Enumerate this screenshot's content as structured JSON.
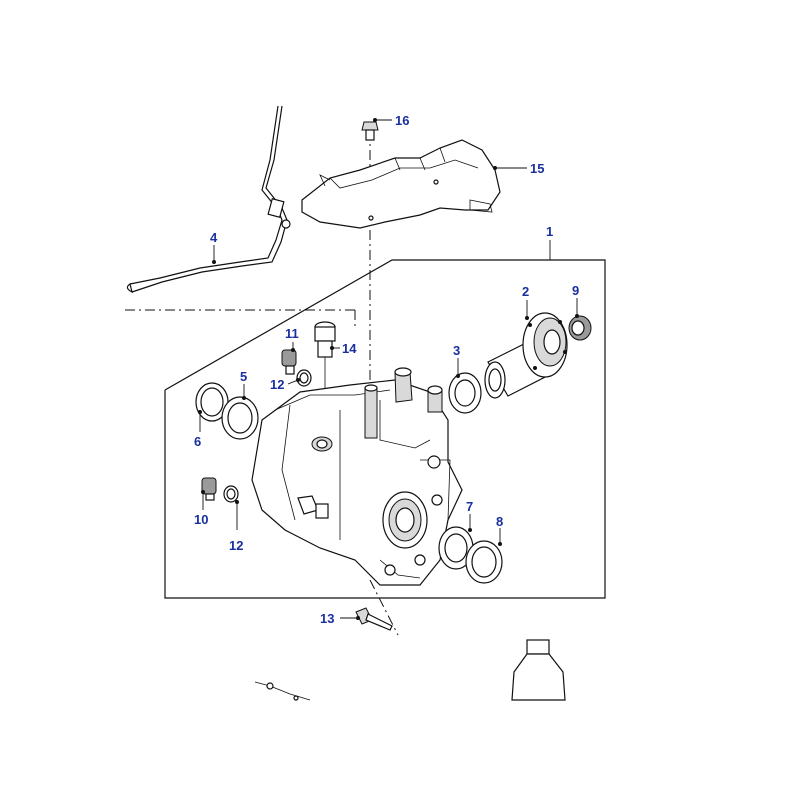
{
  "callouts": {
    "c1": "1",
    "c2": "2",
    "c3": "3",
    "c4": "4",
    "c5": "5",
    "c6": "6",
    "c7": "7",
    "c8": "8",
    "c9": "9",
    "c10": "10",
    "c11": "11",
    "c12a": "12",
    "c12b": "12",
    "c13": "13",
    "c14": "14",
    "c15": "15",
    "c16": "16"
  },
  "colors": {
    "callout": "#1a2f9e",
    "line": "#111111",
    "background": "#ffffff"
  }
}
